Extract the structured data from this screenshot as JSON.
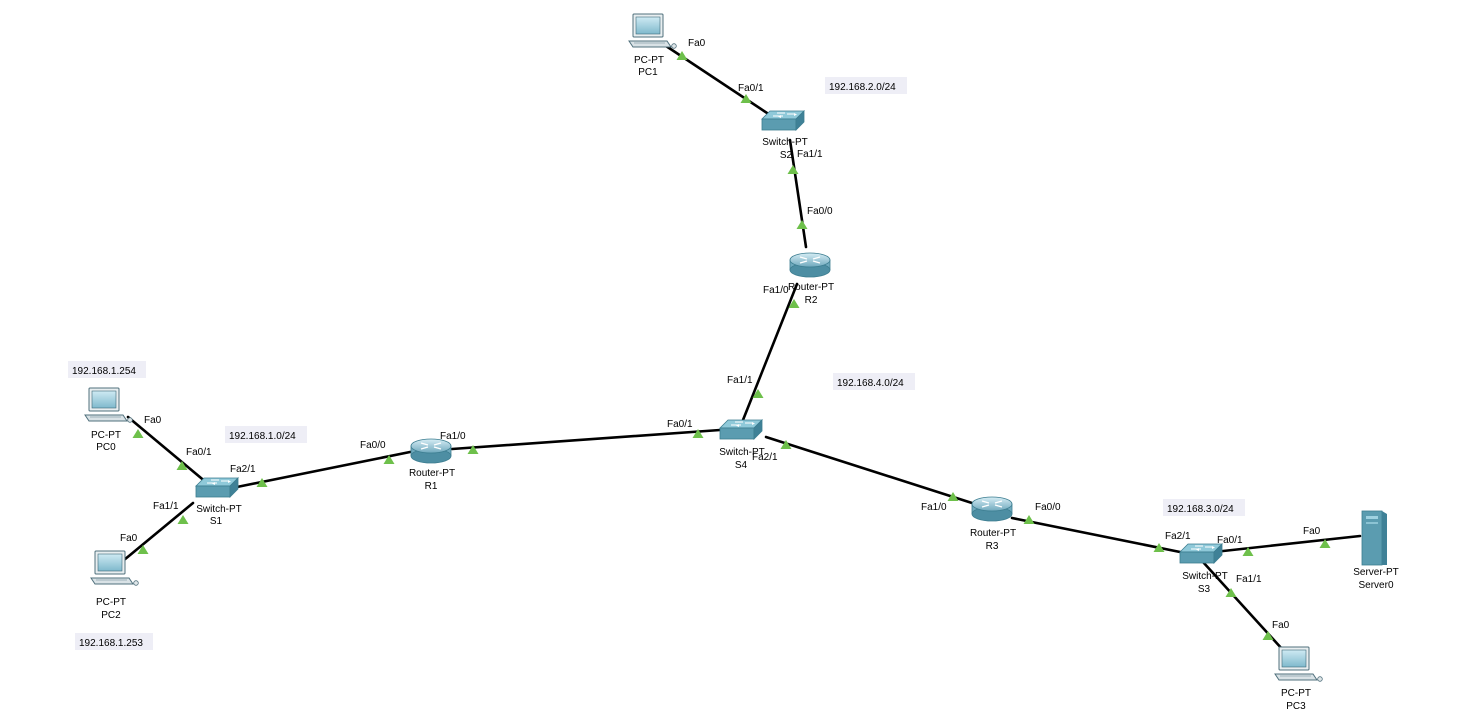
{
  "colors": {
    "link": "#000000",
    "port_up": "#6ec04b",
    "device_body": "#5b9cb0",
    "device_top": "#8fc9d9",
    "note_bg": "#eeeef6"
  },
  "devices": [
    {
      "id": "PC1",
      "kind": "pc",
      "model": "PC-PT",
      "name": "PC1"
    },
    {
      "id": "S2",
      "kind": "switch",
      "model": "Switch-PT",
      "name": "S2"
    },
    {
      "id": "R2",
      "kind": "router",
      "model": "Router-PT",
      "name": "R2"
    },
    {
      "id": "S4",
      "kind": "switch",
      "model": "Switch-PT",
      "name": "S4"
    },
    {
      "id": "PC0",
      "kind": "pc",
      "model": "PC-PT",
      "name": "PC0"
    },
    {
      "id": "S1",
      "kind": "switch",
      "model": "Switch-PT",
      "name": "S1"
    },
    {
      "id": "PC2",
      "kind": "pc",
      "model": "PC-PT",
      "name": "PC2"
    },
    {
      "id": "R1",
      "kind": "router",
      "model": "Router-PT",
      "name": "R1"
    },
    {
      "id": "R3",
      "kind": "router",
      "model": "Router-PT",
      "name": "R3"
    },
    {
      "id": "S3",
      "kind": "switch",
      "model": "Switch-PT",
      "name": "S3"
    },
    {
      "id": "Server0",
      "kind": "server",
      "model": "Server-PT",
      "name": "Server0"
    },
    {
      "id": "PC3",
      "kind": "pc",
      "model": "PC-PT",
      "name": "PC3"
    }
  ],
  "links": [
    {
      "from": "PC1",
      "from_port": "Fa0",
      "to": "S2",
      "to_port": "Fa0/1"
    },
    {
      "from": "S2",
      "from_port": "Fa1/1",
      "to": "R2",
      "to_port": "Fa0/0"
    },
    {
      "from": "R2",
      "from_port": "Fa1/0",
      "to": "S4",
      "to_port": "Fa1/1"
    },
    {
      "from": "PC0",
      "from_port": "Fa0",
      "to": "S1",
      "to_port": "Fa0/1"
    },
    {
      "from": "S1",
      "from_port": "Fa1/1",
      "to": "PC2",
      "to_port": "Fa0"
    },
    {
      "from": "S1",
      "from_port": "Fa2/1",
      "to": "R1",
      "to_port": "Fa0/0"
    },
    {
      "from": "R1",
      "from_port": "Fa1/0",
      "to": "S4",
      "to_port": "Fa0/1"
    },
    {
      "from": "S4",
      "from_port": "Fa2/1",
      "to": "R3",
      "to_port": "Fa1/0"
    },
    {
      "from": "R3",
      "from_port": "Fa0/0",
      "to": "S3",
      "to_port": "Fa2/1"
    },
    {
      "from": "S3",
      "from_port": "Fa0/1",
      "to": "Server0",
      "to_port": "Fa0"
    },
    {
      "from": "S3",
      "from_port": "Fa1/1",
      "to": "PC3",
      "to_port": "Fa0"
    }
  ],
  "notes": {
    "net2": "192.168.2.0/24",
    "net4": "192.168.4.0/24",
    "pc0_ip": "192.168.1.254",
    "net1": "192.168.1.0/24",
    "pc2_ip": "192.168.1.253",
    "net3": "192.168.3.0/24"
  }
}
